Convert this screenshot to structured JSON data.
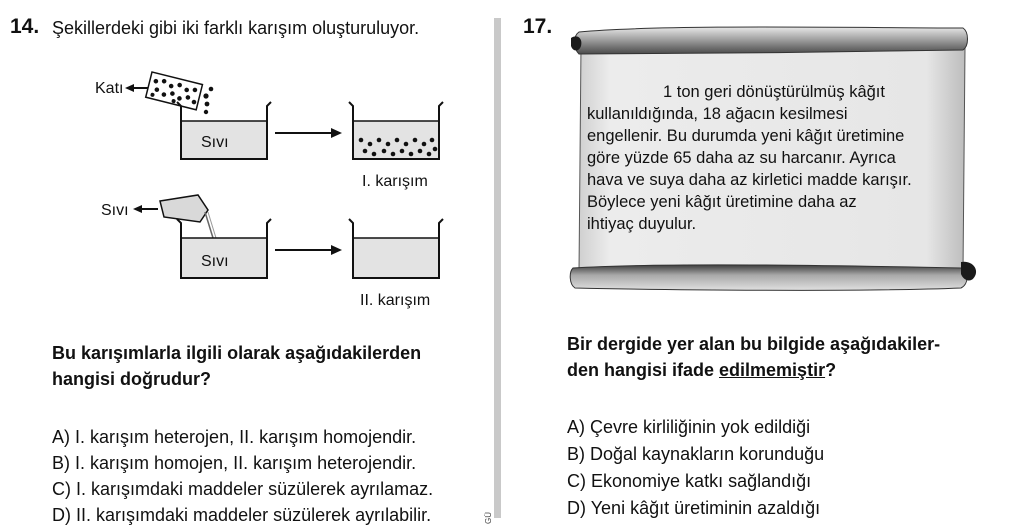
{
  "q14": {
    "number": "14.",
    "stem": "Şekillerdeki gibi iki farklı karışım oluşturuluyor.",
    "figure": {
      "solid_label": "Katı",
      "liquid_label": "Sıvı",
      "beaker_liquid_label_1": "Sıvı",
      "beaker_liquid_label_2": "Sıvı",
      "mixture_1_label": "I. karışım",
      "mixture_2_label": "II. karışım"
    },
    "question_line1": "Bu karışımlarla ilgili olarak aşağıdakilerden",
    "question_line2": "hangisi doğrudur?",
    "options": [
      {
        "letter": "A)",
        "text": "I. karışım heterojen, II. karışım homojendir."
      },
      {
        "letter": "B)",
        "text": "I. karışım homojen, II. karışım heterojendir."
      },
      {
        "letter": "C)",
        "text": "I. karışımdaki maddeler süzülerek ayrılamaz."
      },
      {
        "letter": "D)",
        "text": "II. karışımdaki maddeler süzülerek ayrılabilir."
      }
    ],
    "side_tag": "GÜ"
  },
  "q17": {
    "number": "17.",
    "scroll_lines": [
      "1 ton geri dönüştürülmüş kâğıt",
      "kullanıldığında, 18 ağacın kesilmesi",
      "engellenir. Bu durumda yeni kâğıt üretimine",
      "göre yüzde 65 daha az su harcanır. Ayrıca",
      "hava ve suya daha az kirletici madde karışır.",
      "Böylece yeni kâğıt üretimine daha az",
      "ihtiyaç duyulur."
    ],
    "question_line1": "Bir dergide yer alan bu bilgide aşağıdakiler-",
    "question_line2_pre": "den hangisi ifade ",
    "question_line2_underlined": "edilmemiştir",
    "question_line2_post": "?",
    "options": [
      {
        "letter": "A)",
        "text": "Çevre kirliliğinin yok edildiği"
      },
      {
        "letter": "B)",
        "text": "Doğal kaynakların korunduğu"
      },
      {
        "letter": "C)",
        "text": "Ekonomiye katkı sağlandığı"
      },
      {
        "letter": "D)",
        "text": "Yeni kâğıt üretiminin azaldığı"
      }
    ]
  }
}
